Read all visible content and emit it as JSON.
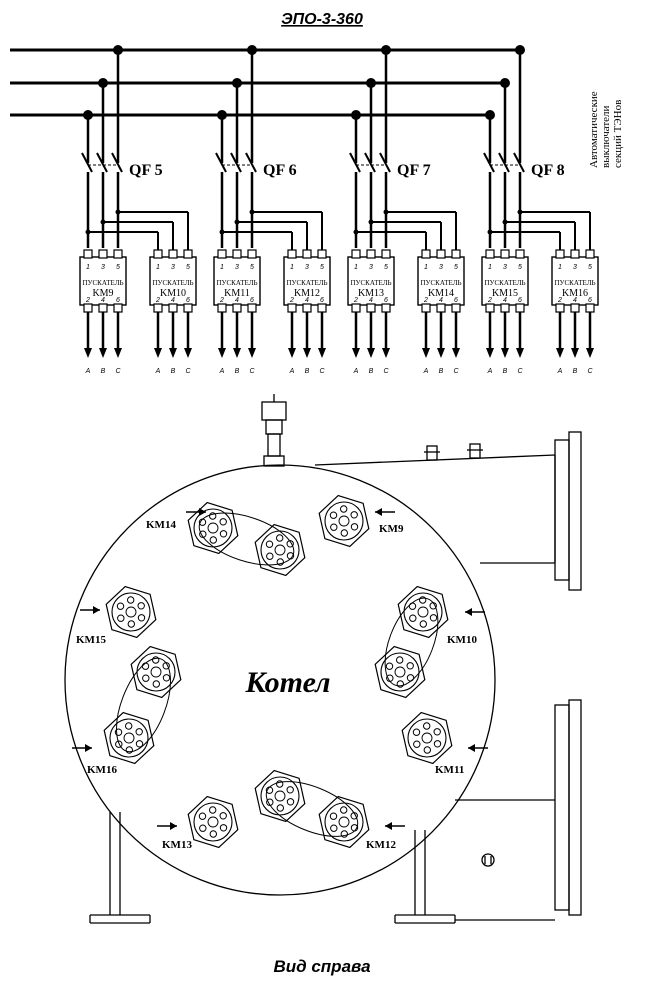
{
  "title": "ЭПО-3-360",
  "bottom_title": "Вид справа",
  "side_label": [
    "Автоматические",
    "выключатели",
    "секций ТЭНов"
  ],
  "breakers": [
    "QF 5",
    "QF 6",
    "QF 7",
    "QF 8"
  ],
  "contactor_word": "ПУСКАТЕЛЬ",
  "contactors": [
    "KM9",
    "KM10",
    "KM11",
    "KM12",
    "KM13",
    "KM14",
    "KM15",
    "KM16"
  ],
  "contactor_pins_top": [
    "1",
    "3",
    "5"
  ],
  "contactor_pins_bottom": [
    "2",
    "4",
    "6"
  ],
  "phases": [
    "A",
    "B",
    "C"
  ],
  "boiler_label": "Котел",
  "heater_labels": [
    "KM14",
    "KM9",
    "KM15",
    "KM10",
    "KM16",
    "KM11",
    "KM13",
    "KM12"
  ]
}
